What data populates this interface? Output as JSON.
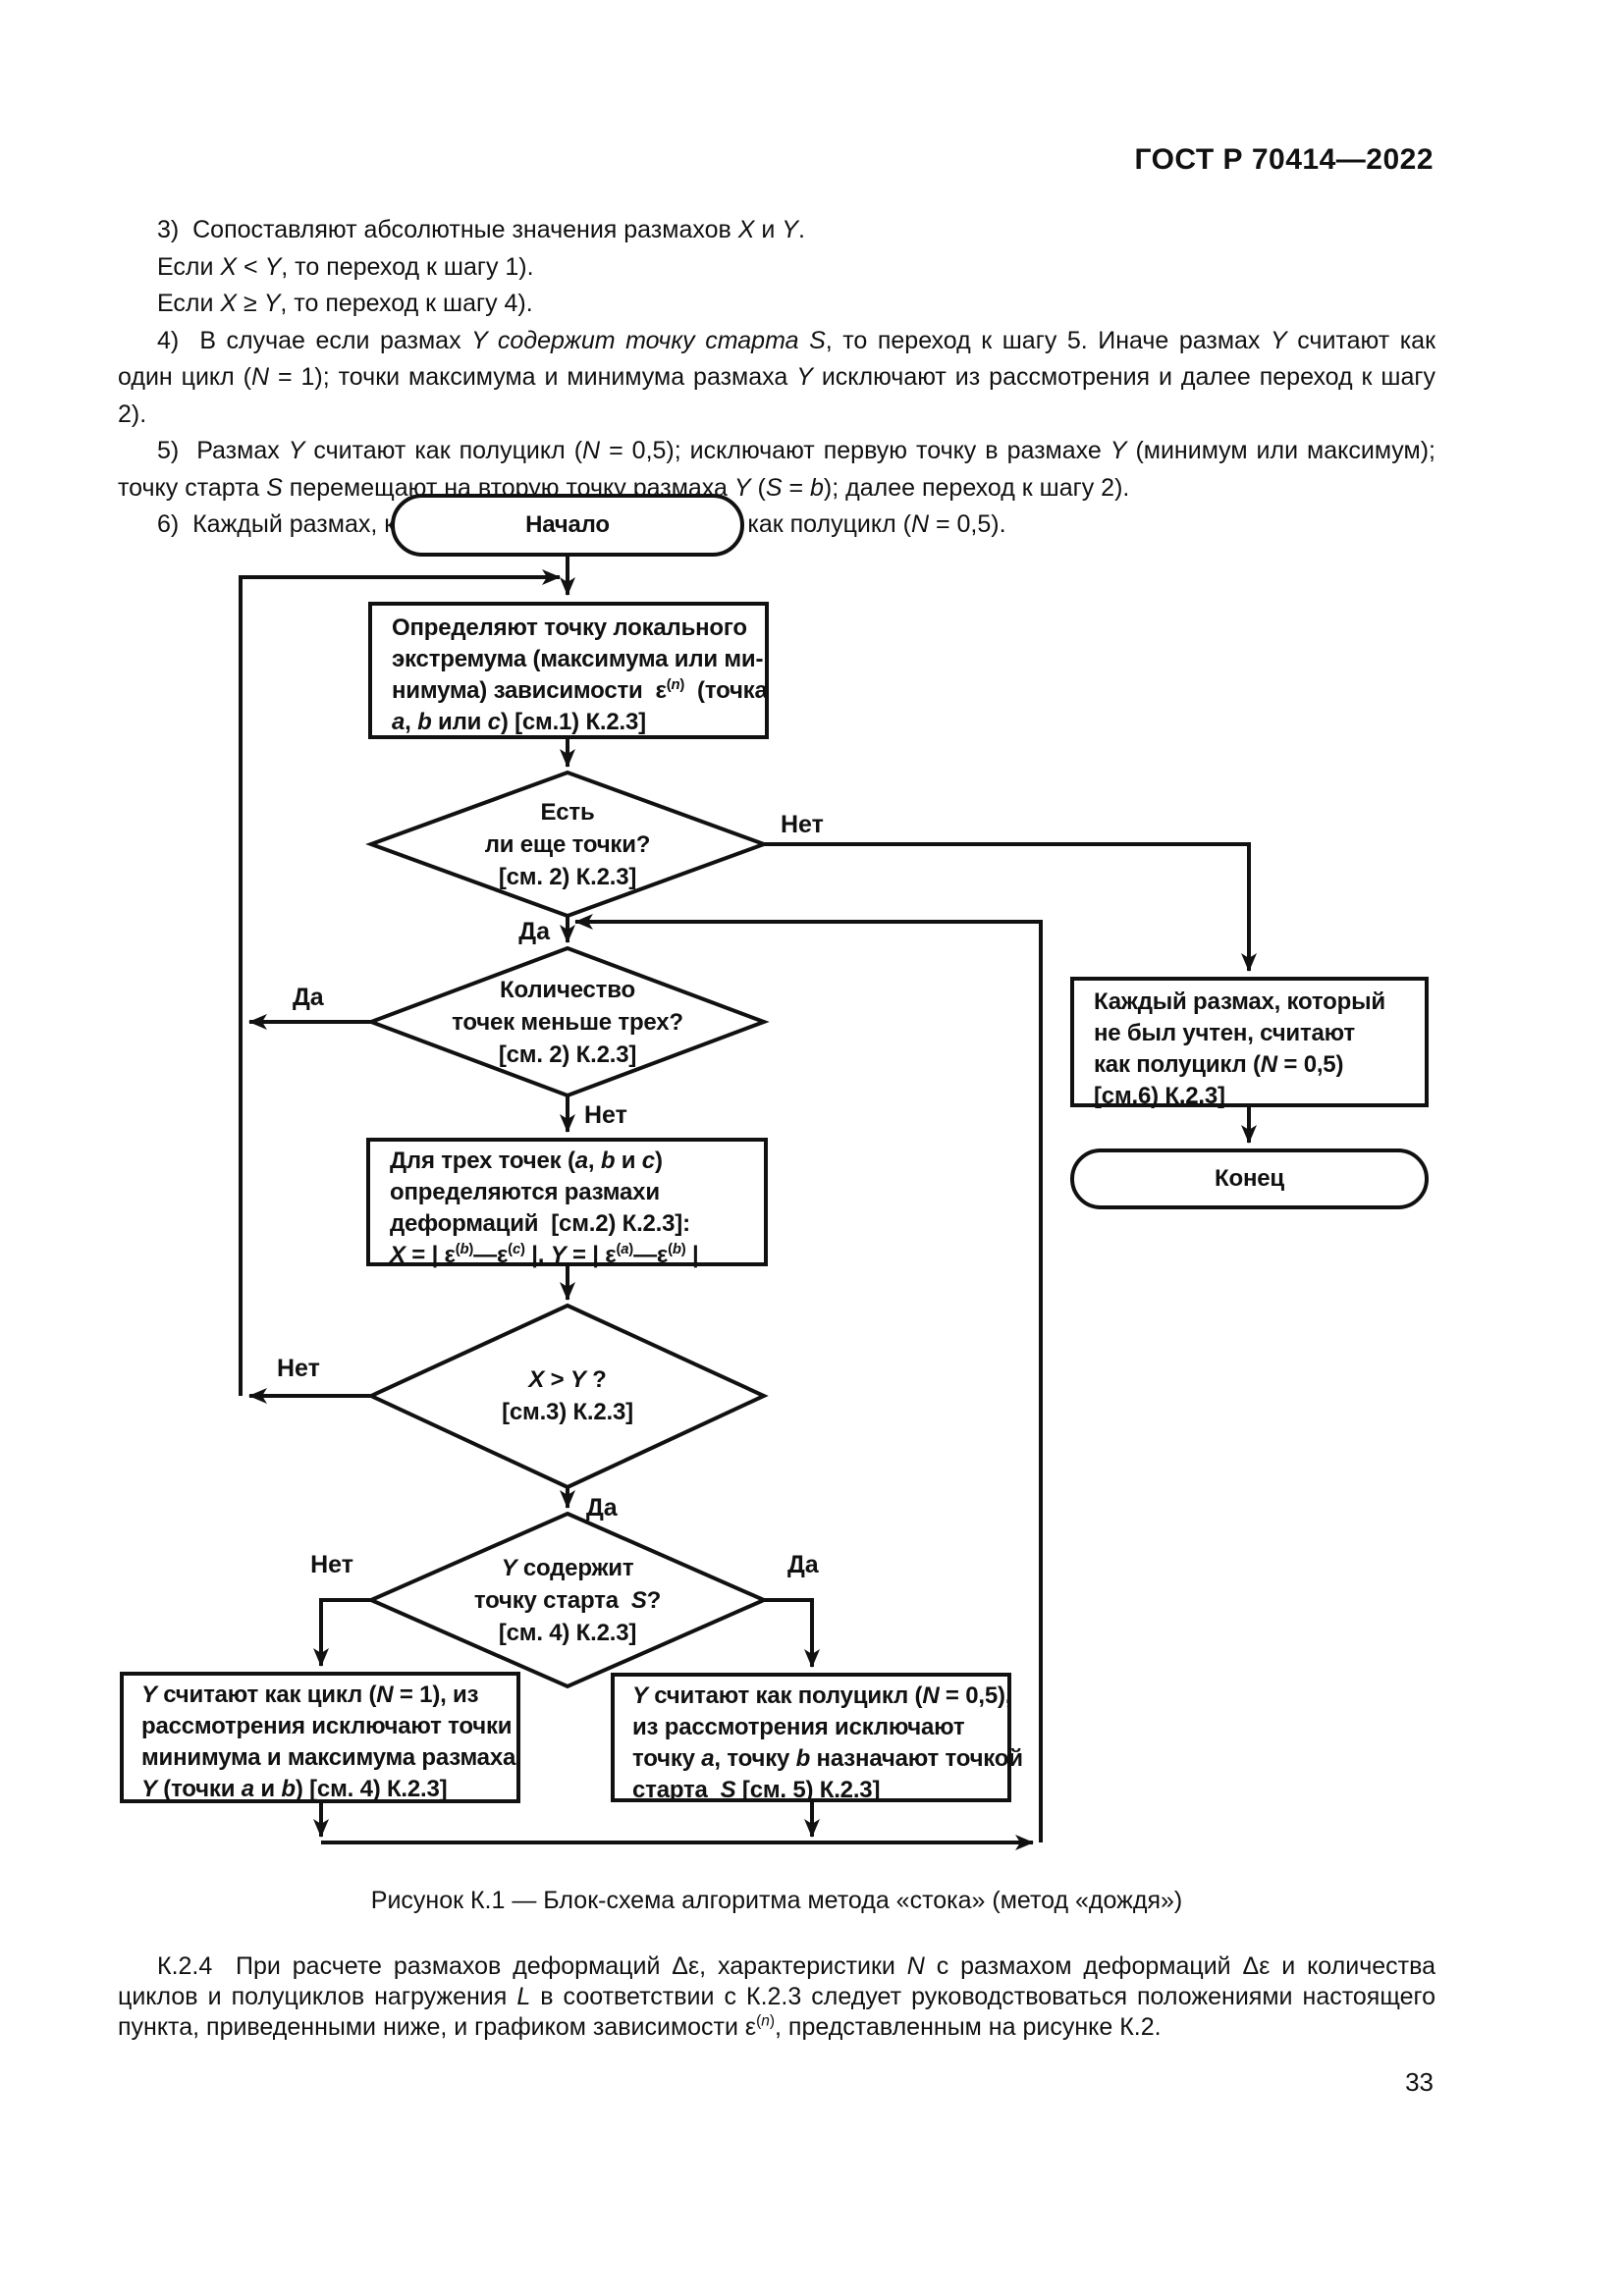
{
  "page": {
    "header": "ГОСТ Р 70414—2022",
    "page_number": "33"
  },
  "intro": {
    "lines": [
      "3)  Сопоставляют абсолютные значения размахов *X* и *Y*.",
      "Если *X* < *Y*, то переход к шагу 1).",
      "Если *X* ≥ *Y*, то переход к шагу 4).",
      "4)  В случае если размах *Y содержит точку старта S*, то переход к шагу 5. Иначе размах *Y* считают как",
      "один цикл (*N* = 1); точки максимума и минимума размаха *Y* исключают из рассмотрения и далее переход к шагу 2).",
      "5)  Размах *Y* считают как полуцикл (*N* = 0,5); исключают первую точку в размахе *Y* (минимум или максимум);",
      "точку старта *S* перемещают на вторую точку размаха *Y* (*S* = *b*); далее переход к шагу 2).",
      "6)  Каждый размах, который не был учтен, считают как полуцикл (*N* = 0,5)."
    ]
  },
  "flowchart": {
    "start_label": "Начало",
    "end_label": "Конец",
    "labels": {
      "yes": "Да",
      "no": "Нет"
    },
    "box_extremum": {
      "lines": [
        "Определяют точку локального",
        "экстремума (максимума или ми-",
        "нимума) зависимости  ε^{(*n*)}  (точка",
        "*a*, *b* или *c*) [см.1) К.2.3]"
      ]
    },
    "diamond_more_points": {
      "lines": [
        "Есть",
        "ли еще точки?",
        "[см. 2) К.2.3]"
      ]
    },
    "diamond_less_three": {
      "lines": [
        "Количество",
        "точек меньше трех?",
        "[см. 2) К.2.3]"
      ]
    },
    "box_ranges": {
      "lines": [
        "Для трех точек (*a*, *b* и *c*)",
        "определяются размахи",
        "деформаций  [см.2) К.2.3]:",
        "*X* = | ε^{(*b*)}—ε^{(*c*)} |, *Y* = | ε^{(*a*)}—ε^{(*b*)} |"
      ]
    },
    "diamond_x_gt_y": {
      "lines": [
        "*X* > *Y* ?",
        "[см.3) К.2.3]"
      ]
    },
    "diamond_contains_start": {
      "lines": [
        "*Y* содержит",
        "точку старта  *S*?",
        "[см. 4) К.2.3]"
      ]
    },
    "box_cycle": {
      "lines": [
        "*Y* считают как цикл (*N* = 1), из",
        "рассмотрения исключают точки",
        "минимума и максимума размаха",
        "*Y* (точки *a* и *b*) [см. 4) К.2.3]"
      ]
    },
    "box_halfcycle": {
      "lines": [
        "*Y* считают как полуцикл (*N* = 0,5),",
        "из рассмотрения исключают",
        "точку *a*, точку *b* назначают точкой",
        "старта  *S* [см. 5) К.2.3]"
      ]
    },
    "box_unaccounted": {
      "lines": [
        "Каждый размах, который",
        "не был учтен, считают",
        "как полуцикл (*N* = 0,5)",
        "[см.6) К.2.3]"
      ]
    }
  },
  "caption": "Рисунок К.1 — Блок-схема алгоритма метода «стока» (метод «дождя»)",
  "para_k24": {
    "lines": [
      "К.2.4  При расчете размахов деформаций Δε, характеристики *N* с размахом деформаций Δε и количества",
      "циклов и полуциклов нагружения *L* в соответствии с К.2.3 следует руководствоваться положениями настоящего",
      "пункта, приведенными ниже, и графиком зависимости ε^{(*n*)}, представленным на рисунке К.2."
    ]
  }
}
